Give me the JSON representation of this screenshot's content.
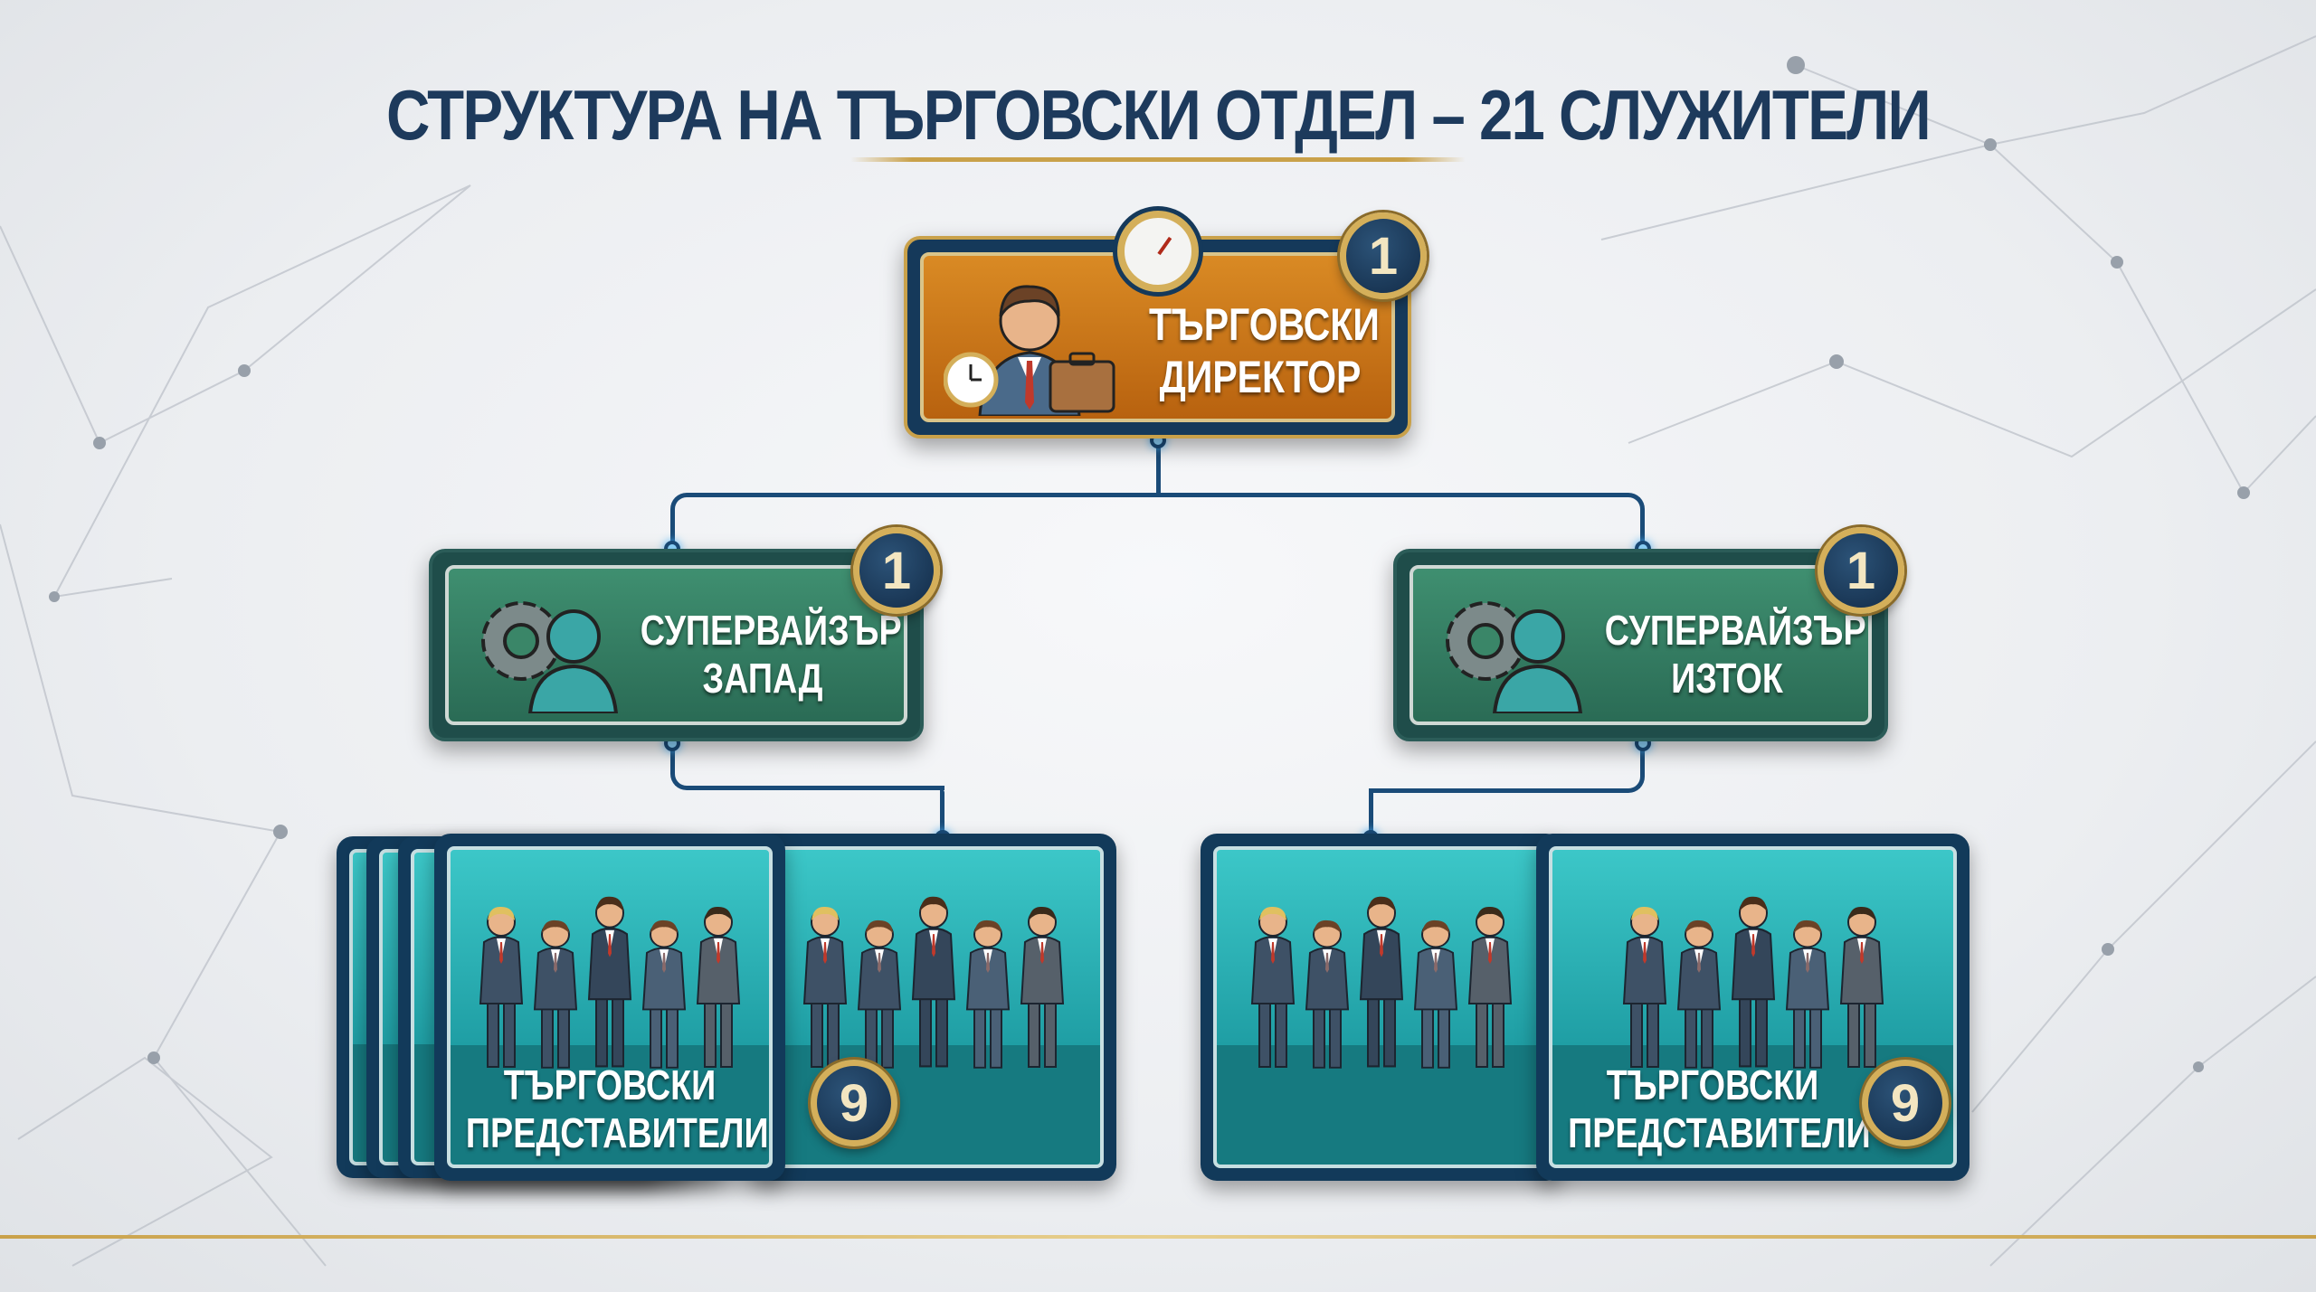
{
  "title": "СТРУКТУРА НА ТЪРГОВСКИ ОТДЕЛ – 21 СЛУЖИТЕЛИ",
  "director": {
    "line1": "ТЪРГОВСКИ",
    "line2": "ДИРЕКТОР",
    "count": "1",
    "icon": "businessman-icon"
  },
  "supervisors": [
    {
      "line1": "СУПЕРВАЙЗЪР",
      "line2": "ЗАПАД",
      "count": "1",
      "icon": "gear-person-icon"
    },
    {
      "line1": "СУПЕРВАЙЗЪР",
      "line2": "ИЗТОК",
      "count": "1",
      "icon": "gear-person-icon"
    }
  ],
  "teams": [
    {
      "line1": "ТЪРГОВСКИ",
      "line2": "ПРЕДСТАВИТЕЛИ",
      "count": "9",
      "icon": "team-people-icon"
    },
    {
      "line1": "ТЪРГОВСКИ",
      "line2": "ПРЕДСТАВИТЕЛИ",
      "count": "9",
      "icon": "team-people-icon"
    }
  ],
  "colors": {
    "navy": "#1d3a5c",
    "gold": "#c9a14a",
    "orange": "#c8731a",
    "green": "#3a8668",
    "teal": "#2bb3b6"
  }
}
